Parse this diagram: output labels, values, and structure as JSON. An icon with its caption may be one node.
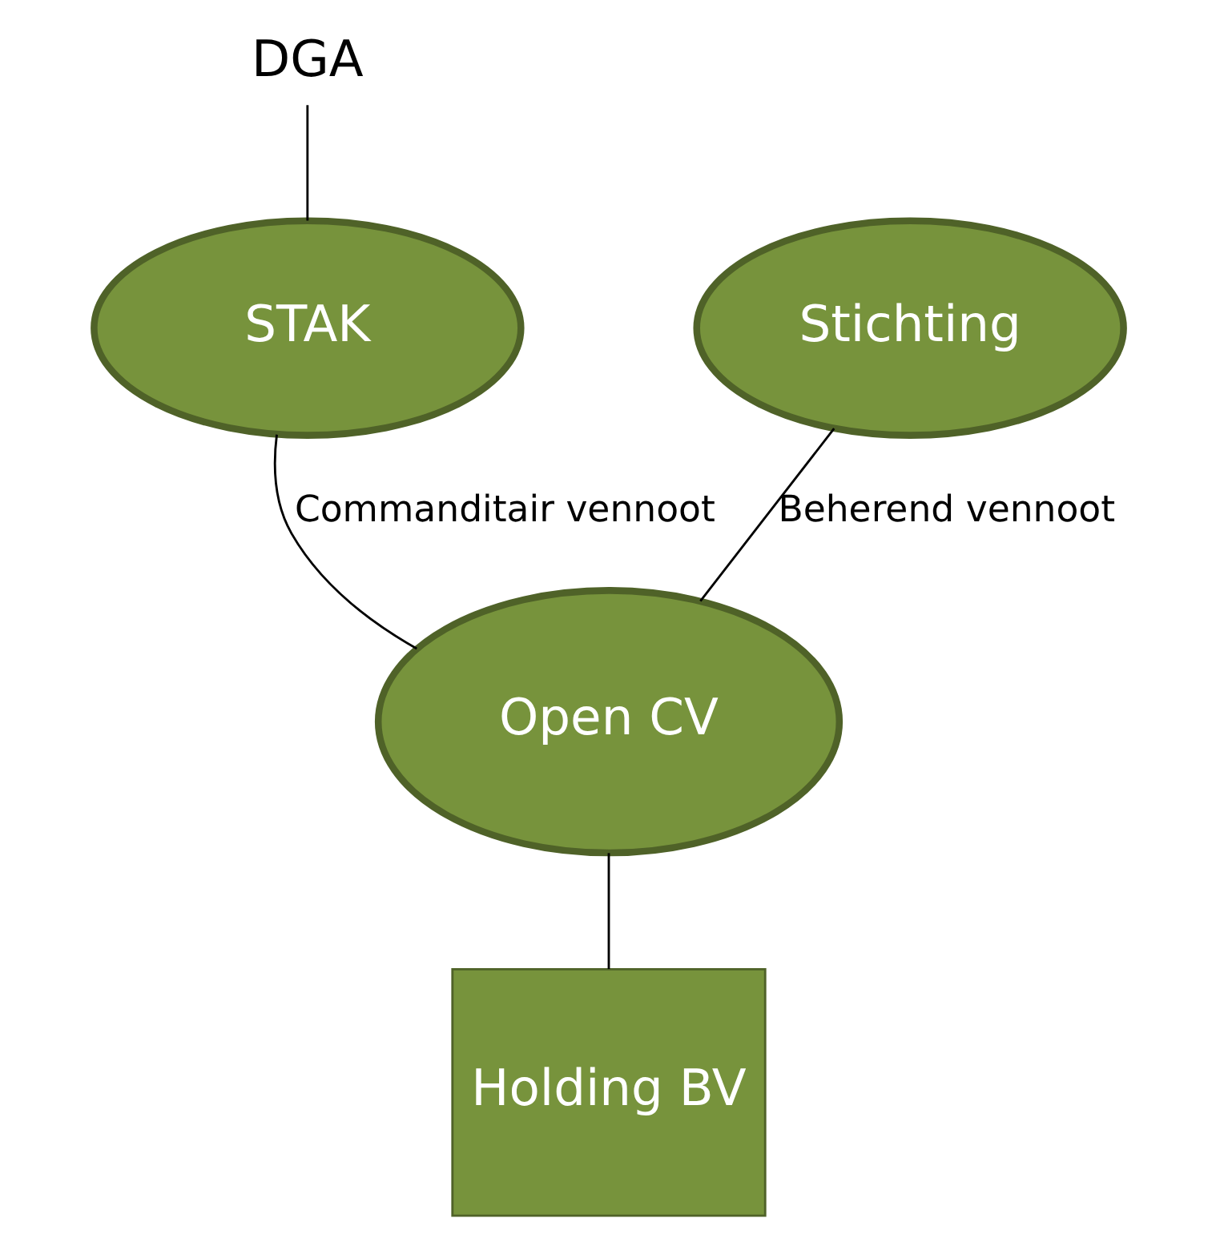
{
  "diagram": {
    "nodes": [
      {
        "text": [
          "DGA"
        ]
      },
      {
        "text": [
          "Stichting"
        ]
      },
      {
        "text": [
          "STAK"
        ]
      },
      {
        "text": [
          "Open CV"
        ]
      },
      {
        "text": [
          "Holding BV"
        ]
      }
    ],
    "edges": [
      {
        "from": 0,
        "to": 2,
        "arrow": "none"
      },
      {
        "from": 1,
        "to": 3,
        "arrow": "none",
        "label": "Beherend vennoot"
      },
      {
        "from": 2,
        "to": 3,
        "arrow": "none",
        "label": "Commanditair vennoot"
      },
      {
        "from": 3,
        "to": 4,
        "arrow": "none"
      }
    ]
  }
}
